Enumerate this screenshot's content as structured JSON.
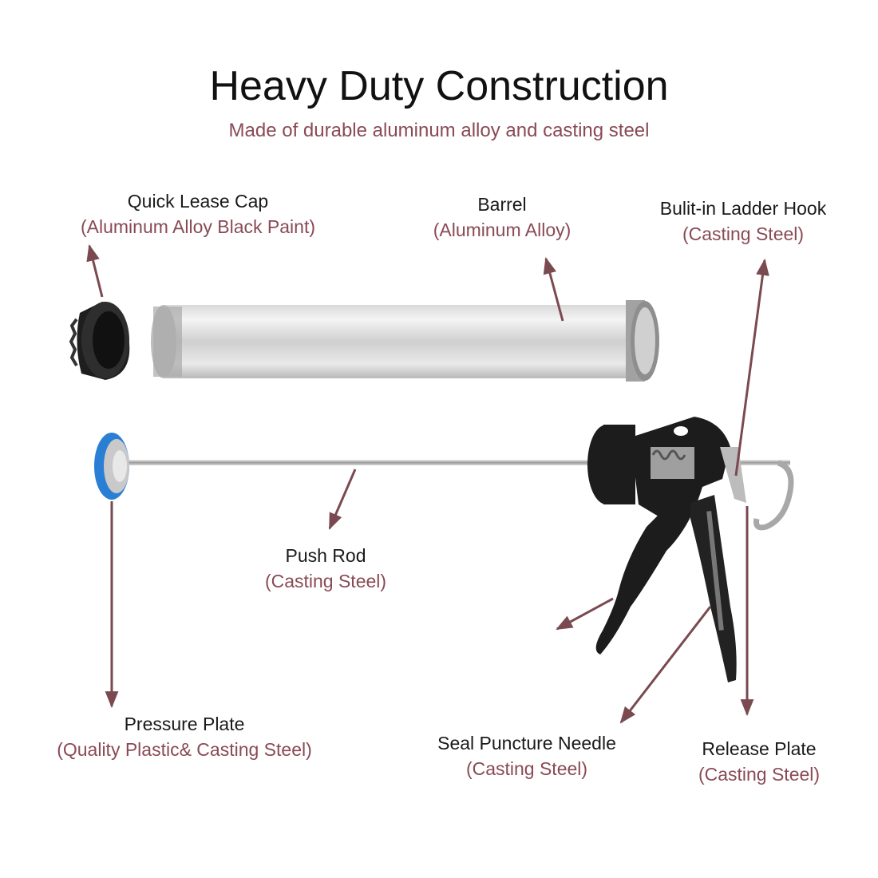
{
  "header": {
    "title": "Heavy Duty Construction",
    "subtitle": "Made of durable aluminum alloy and casting steel"
  },
  "parts": [
    {
      "id": "quick-lease-cap",
      "name": "Quick Lease Cap",
      "material": "(Aluminum Alloy Black Paint)"
    },
    {
      "id": "barrel",
      "name": "Barrel",
      "material": "(Aluminum Alloy)"
    },
    {
      "id": "ladder-hook",
      "name": "Bulit-in Ladder Hook",
      "material": "(Casting Steel)"
    },
    {
      "id": "push-rod",
      "name": "Push Rod",
      "material": "(Casting Steel)"
    },
    {
      "id": "pressure-plate",
      "name": "Pressure Plate",
      "material": "(Quality Plastic& Casting Steel)"
    },
    {
      "id": "seal-puncture-needle",
      "name": "Seal Puncture Needle",
      "material": "(Casting Steel)"
    },
    {
      "id": "release-plate",
      "name": "Release Plate",
      "material": "(Casting Steel)"
    }
  ],
  "colors": {
    "arrow": "#7a4a50",
    "material_text": "#8a4a55",
    "pressure_plate_ring": "#2a7fd4",
    "gun_body": "#1c1c1c"
  }
}
